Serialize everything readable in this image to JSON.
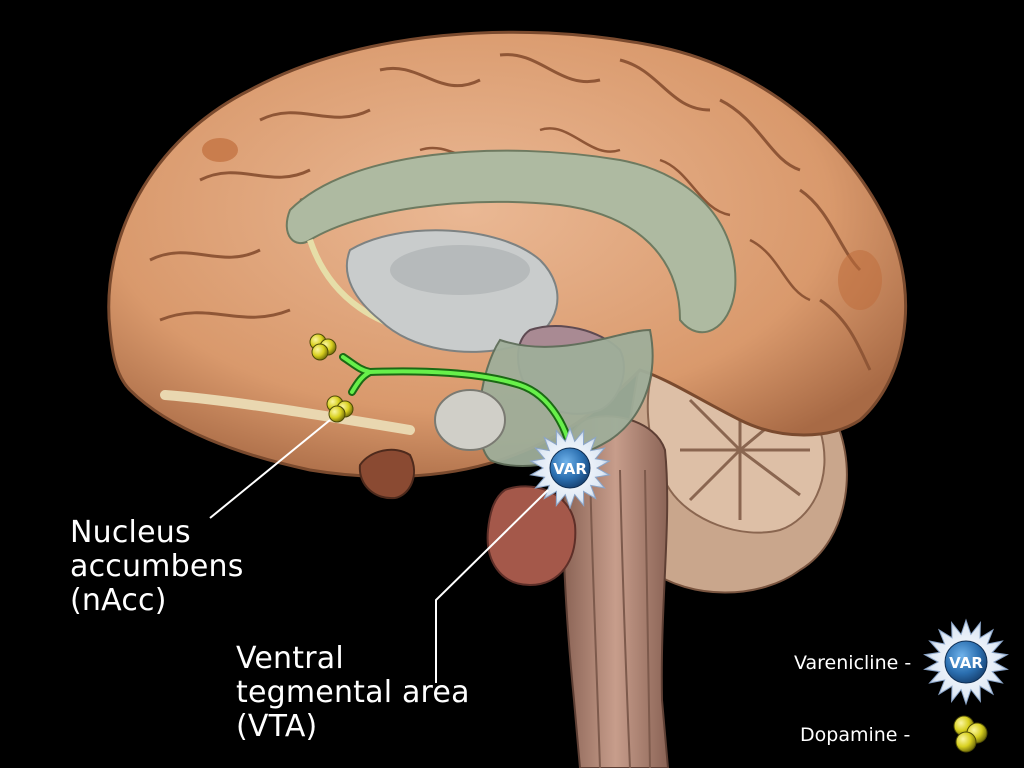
{
  "labels": {
    "nacc": [
      "Nucleus",
      "accumbens",
      "(nAcc)"
    ],
    "vta": [
      "Ventral",
      "tegmental area",
      "(VTA)"
    ]
  },
  "legend": {
    "varenicline": "Varenicline -",
    "dopamine": "Dopamine -"
  },
  "marker_text": "VAR",
  "colors": {
    "background": "#000000",
    "cortex": "#e2a77e",
    "cortex_dark": "#b07450",
    "corpus_callosum": "#a9b59d",
    "pathway": "#59e23f",
    "dopamine": "#d8d020",
    "varenicline_badge": "#2b6fb0",
    "brainstem": "#b58a78",
    "cerebellum": "#d9b59a"
  }
}
